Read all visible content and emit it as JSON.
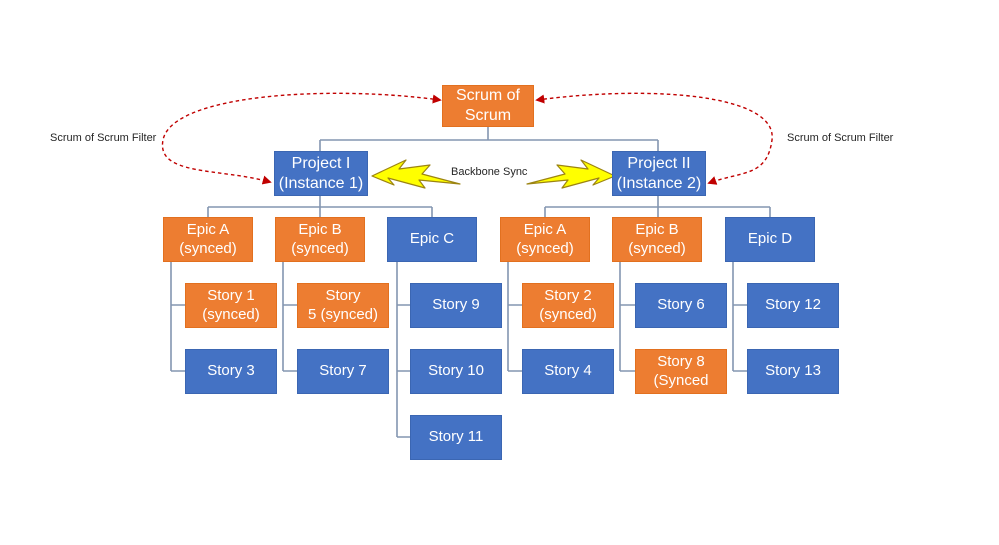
{
  "colors": {
    "synced_orange": "#ED7D31",
    "node_blue": "#4472C4",
    "connector_gray_blue": "#8496B0",
    "filter_arrow_red": "#C00000",
    "bolt_yellow": "#FFFF00",
    "bolt_outline": "#9C8412",
    "node_text": "#FFFFFF",
    "label_text": "#262626",
    "background": "#FFFFFF"
  },
  "labels": {
    "filter_left": "Scrum of Scrum Filter",
    "filter_right": "Scrum of Scrum Filter",
    "backbone_sync": "Backbone Sync"
  },
  "tree": {
    "root": {
      "label": "Scrum of\nScrum",
      "color": "orange"
    },
    "projects": [
      {
        "label": "Project I\n(Instance 1)",
        "color": "blue",
        "epics": [
          {
            "label": "Epic A\n(synced)",
            "color": "orange",
            "stories": [
              {
                "label": "Story 1\n(synced)",
                "color": "orange"
              },
              {
                "label": "Story 3",
                "color": "blue"
              }
            ]
          },
          {
            "label": "Epic B\n(synced)",
            "color": "orange",
            "stories": [
              {
                "label": "Story\n5 (synced)",
                "color": "orange"
              },
              {
                "label": "Story 7",
                "color": "blue"
              }
            ]
          },
          {
            "label": "Epic C",
            "color": "blue",
            "stories": [
              {
                "label": "Story 9",
                "color": "blue"
              },
              {
                "label": "Story 10",
                "color": "blue"
              },
              {
                "label": "Story 11",
                "color": "blue"
              }
            ]
          }
        ]
      },
      {
        "label": "Project II\n(Instance 2)",
        "color": "blue",
        "epics": [
          {
            "label": "Epic A\n(synced)",
            "color": "orange",
            "stories": [
              {
                "label": "Story 2\n(synced)",
                "color": "orange"
              },
              {
                "label": "Story 4",
                "color": "blue"
              }
            ]
          },
          {
            "label": "Epic B\n(synced)",
            "color": "orange",
            "stories": [
              {
                "label": "Story 6",
                "color": "blue"
              },
              {
                "label": "Story 8\n(Synced",
                "color": "orange"
              }
            ]
          },
          {
            "label": "Epic D",
            "color": "blue",
            "stories": [
              {
                "label": "Story 12",
                "color": "blue"
              },
              {
                "label": "Story 13",
                "color": "blue"
              }
            ]
          }
        ]
      }
    ]
  }
}
